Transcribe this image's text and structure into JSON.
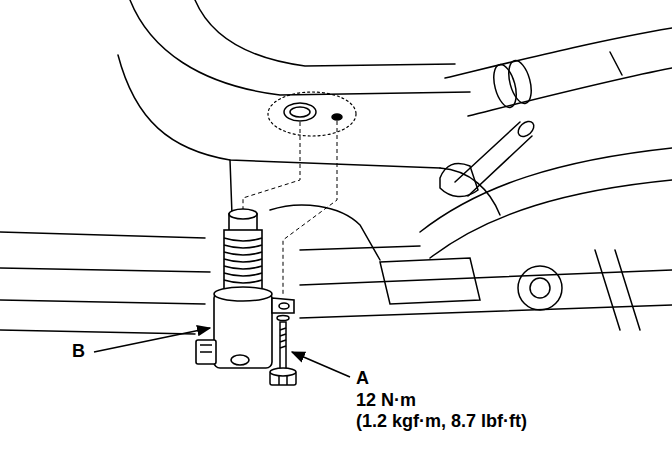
{
  "diagram": {
    "labels": [
      "B",
      "A",
      "12 N·m",
      "(1.2 kgf·m, 8.7 lbf·ft)"
    ]
  }
}
